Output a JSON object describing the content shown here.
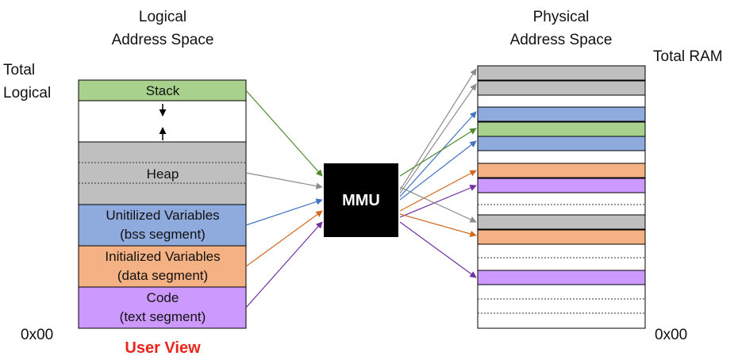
{
  "logical": {
    "title_line1": "Logical",
    "title_line2": "Address Space",
    "total_line1": "Total",
    "total_line2": "Logical",
    "origin": "0x00",
    "user_view": "User View",
    "segments": {
      "stack": "Stack",
      "heap": "Heap",
      "bss_line1": "Unitilized Variables",
      "bss_line2": "(bss segment)",
      "data_line1": "Initialized Variables",
      "data_line2": "(data segment)",
      "code_line1": "Code",
      "code_line2": "(text segment)"
    }
  },
  "physical": {
    "title_line1": "Physical",
    "title_line2": "Address Space",
    "total": "Total RAM",
    "origin": "0x00"
  },
  "mmu": {
    "label": "MMU"
  },
  "colors": {
    "stack": "#a9d18e",
    "heap": "#bfbfbf",
    "bss": "#8faadc",
    "data": "#f4b183",
    "code": "#cc99ff",
    "mmu": "#000000",
    "stack_arrow": "#4e8a2f",
    "heap_arrow": "#8c8c8c",
    "bss_arrow": "#4472c4",
    "data_arrow": "#d4691f",
    "code_arrow": "#7030a0",
    "user_view": "#e8261c"
  }
}
